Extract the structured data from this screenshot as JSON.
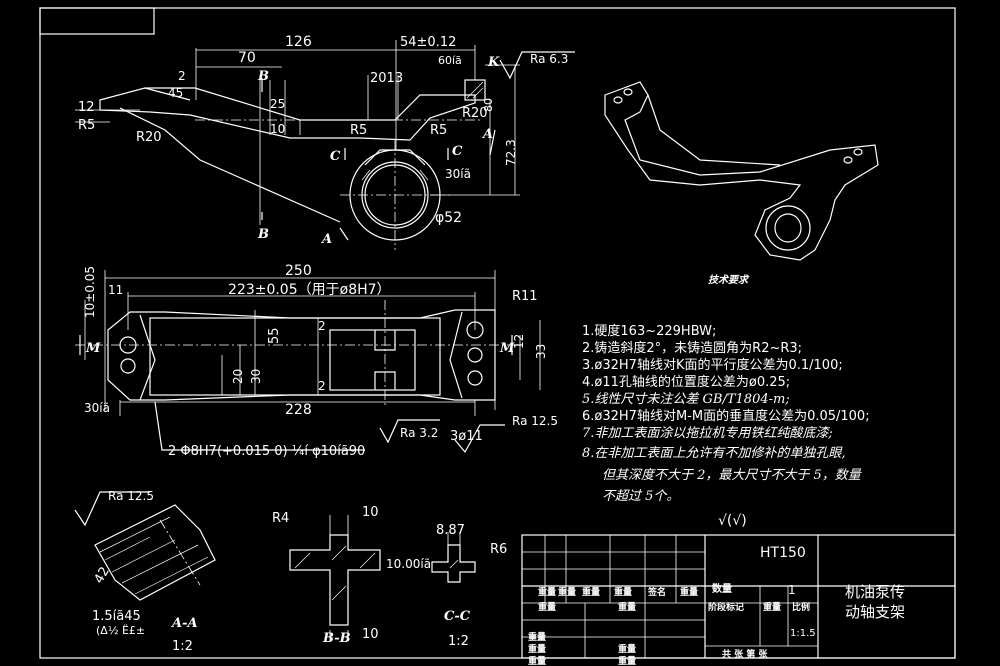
{
  "dims": {
    "d126": "126",
    "d54": "54±0.12",
    "d70": "70",
    "d60": "60íã",
    "dK": "K",
    "ra63": "Ra 6.3",
    "d2": "2",
    "d45": "45",
    "d12": "12",
    "dR5a": "R5",
    "dR20a": "R20",
    "dB1": "B",
    "d2013": "2013",
    "dR20b": "R20",
    "d25": "25",
    "d10a": "10",
    "dR5b": "R5",
    "dR5c": "R5",
    "dA1": "A",
    "d723": "72.3",
    "d80": "80",
    "dC1": "C",
    "dC2": "C",
    "d30a": "30íã",
    "dphi52": "φ52",
    "dA2": "A",
    "dB2": "B",
    "d250": "250",
    "d223": "223±0.05（用于ø8H7）",
    "d11a": "11",
    "dR11": "R11",
    "d1005": "10±0.05",
    "dM1": "M",
    "dM2": "M",
    "d55": "55",
    "d2b": "2",
    "d20": "20",
    "d30b": "30",
    "d2c": "2",
    "d33": "33",
    "d12b": "12",
    "d30c": "30íã",
    "d228": "228",
    "ra32": "Ra 3.2",
    "d3phi11": "3ø11",
    "ra125a": "Ra 12.5",
    "holes": "2 Φ8H7(+0.015 0) ¼í φ10íã90",
    "ra125b": "Ra 12.5",
    "d15": "1.5íã45",
    "d42": "42",
    "dAA": "A-A",
    "d12c": "1:2",
    "dR4": "R4",
    "d10b": "10",
    "d10c": "10",
    "dBB": "B-B",
    "d887": "8.87",
    "d1000": "10.00íã",
    "dR6": "R6",
    "dCC": "C-C",
    "d12d": "1:2",
    "aasub": "(Δ½ Ë£±"
  },
  "tech_title": "技术要求",
  "notes": [
    "1.硬度163~229HBW;",
    "2.铸造斜度2°，未铸造圆角为R2~R3;",
    "3.ø32H7轴线对K面的平行度公差为0.1/100;",
    "4.ø11孔轴线的位置度公差为ø0.25;",
    "5.线性尺寸未注公差  GB/T1804-m;",
    "6.ø32H7轴线对M-M面的垂直度公差为0.05/100;",
    "7.非加工表面涂以拖拉机专用铁红纯酸底漆;",
    "8.在非加工表面上允许有不加修补的单独孔眼,",
    "但其深度不大于  2，最大尺寸不大于  5，数量",
    "不超过 5个。"
  ],
  "roughness_general": "√(√)",
  "title_block": {
    "material": "HT150",
    "drawing_name_1": "机油泵传",
    "drawing_name_2": "动轴支架",
    "qty_label": "数量",
    "qty_value": "1",
    "stage_label": "阶段标记",
    "weight_label": "重量",
    "scale_label": "比例",
    "scale_value": "1:1.5",
    "sheet_label": "共  张  第  张",
    "r1": [
      "重量",
      "重量",
      "重量",
      "重量",
      "签名",
      "重量"
    ],
    "r2": [
      "重量",
      "重量"
    ],
    "r3": [
      "重量"
    ],
    "r4": [
      "重量",
      "重量"
    ],
    "r5": [
      "重量",
      "重量"
    ]
  }
}
